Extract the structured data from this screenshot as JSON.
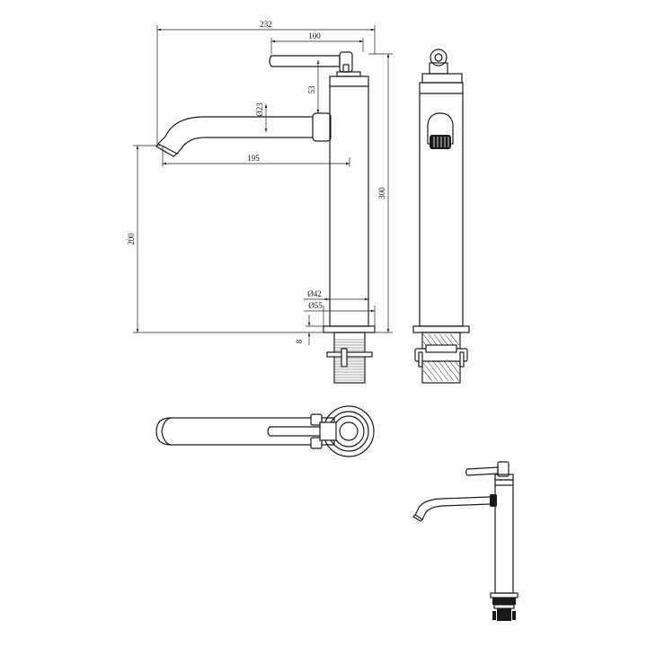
{
  "dimensions": {
    "total_width": "232",
    "handle_length": "100",
    "handle_height": "53",
    "spout_diameter": "Ø23",
    "spout_reach": "195",
    "total_height": "300",
    "spout_clearance": "200",
    "body_diameter": "Ø42",
    "base_diameter": "Ø55",
    "base_thickness": "8"
  },
  "colors": {
    "line": "#1a1a1a",
    "background": "#ffffff"
  }
}
